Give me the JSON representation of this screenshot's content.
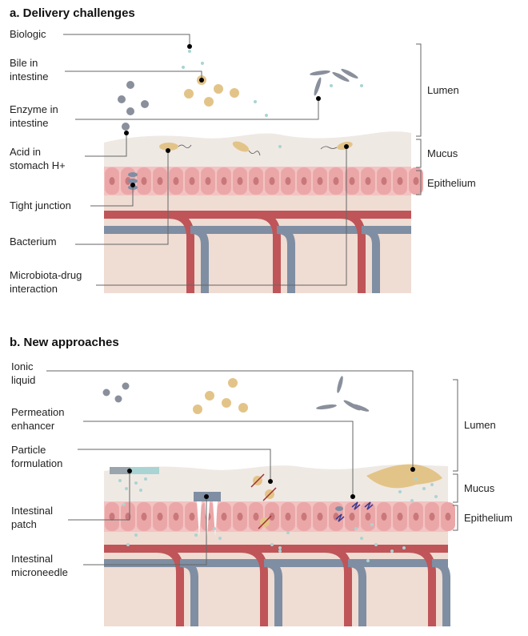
{
  "panel_a": {
    "title": "a. Delivery challenges",
    "labels": {
      "biologic": "Biologic",
      "bile_1": "Bile in",
      "bile_2": "intestine",
      "enzyme_1": "Enzyme in",
      "enzyme_2": "intestine",
      "acid_1": "Acid in",
      "acid_2": "stomach H+",
      "tight_junction": "Tight junction",
      "bacterium": "Bacterium",
      "microbiota_1": "Microbiota-drug",
      "microbiota_2": "interaction"
    },
    "regions": {
      "lumen": "Lumen",
      "mucus": "Mucus",
      "epithelium": "Epithelium"
    }
  },
  "panel_b": {
    "title": "b.  New approaches",
    "labels": {
      "ionic_1": "Ionic",
      "ionic_2": "liquid",
      "perm_1": "Permeation",
      "perm_2": "enhancer",
      "particle_1": "Particle",
      "particle_2": "formulation",
      "patch_1": "Intestinal",
      "patch_2": "patch",
      "needle_1": "Intestinal",
      "needle_2": "microneedle"
    },
    "regions": {
      "lumen": "Lumen",
      "mucus": "Mucus",
      "epithelium": "Epithelium"
    }
  },
  "colors": {
    "mucus": "#efe9e4",
    "tissue": "#efdcd3",
    "epithelium": "#eba7a8",
    "nucleus": "#c9787a",
    "artery": "#bf5558",
    "vein": "#7f8ea3",
    "enzyme": "#8a8f9c",
    "bile": "#e3c488",
    "biologic": "#a9d4d3"
  }
}
